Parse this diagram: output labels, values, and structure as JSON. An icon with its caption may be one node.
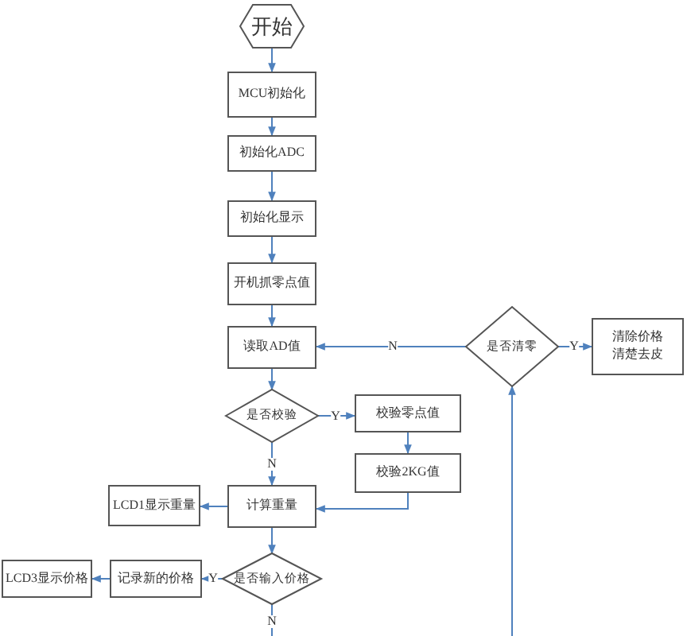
{
  "diagram": {
    "nodes": [
      {
        "text": [
          "开始"
        ]
      },
      {
        "text": [
          "MCU初始化"
        ]
      },
      {
        "text": [
          "初始化ADC"
        ]
      },
      {
        "text": [
          "初始化显示"
        ]
      },
      {
        "text": [
          "开机抓零点值"
        ]
      },
      {
        "text": [
          "读取AD值"
        ]
      },
      {
        "text": [
          "是否校验"
        ]
      },
      {
        "text": [
          "校验零点值"
        ]
      },
      {
        "text": [
          "校验2KG值"
        ]
      },
      {
        "text": [
          "计算重量"
        ]
      },
      {
        "text": [
          "LCD1显示重量"
        ]
      },
      {
        "text": [
          "是否输入价格"
        ]
      },
      {
        "text": [
          "记录新的价格"
        ]
      },
      {
        "text": [
          "LCD3显示价格"
        ]
      },
      {
        "text": [
          "是否清零"
        ]
      },
      {
        "text": [
          "清除价格清楚去皮"
        ]
      }
    ],
    "edges": [
      {
        "from": 0,
        "to": 1,
        "arrow": "to"
      },
      {
        "from": 1,
        "to": 2,
        "arrow": "to"
      },
      {
        "from": 2,
        "to": 3,
        "arrow": "to"
      },
      {
        "from": 3,
        "to": 4,
        "arrow": "to"
      },
      {
        "from": 4,
        "to": 5,
        "arrow": "to"
      },
      {
        "from": 5,
        "to": 6,
        "arrow": "to"
      },
      {
        "from": 6,
        "to": 7,
        "arrow": "to",
        "label": "Y"
      },
      {
        "from": 7,
        "to": 8,
        "arrow": "to"
      },
      {
        "from": 8,
        "to": 9,
        "arrow": "to"
      },
      {
        "from": 6,
        "to": 9,
        "arrow": "to",
        "label": "N"
      },
      {
        "from": 9,
        "to": 10,
        "arrow": "to"
      },
      {
        "from": 9,
        "to": 11,
        "arrow": "to"
      },
      {
        "from": 11,
        "to": 12,
        "arrow": "to",
        "label": "Y"
      },
      {
        "from": 12,
        "to": 13,
        "arrow": "to"
      },
      {
        "from": 11,
        "to": null,
        "arrow": "none",
        "label": "N"
      },
      {
        "from": 14,
        "to": 5,
        "arrow": "to",
        "label": "N"
      },
      {
        "from": 14,
        "to": 15,
        "arrow": "to",
        "label": "Y"
      },
      {
        "from": null,
        "to": 14,
        "arrow": "to"
      }
    ]
  }
}
